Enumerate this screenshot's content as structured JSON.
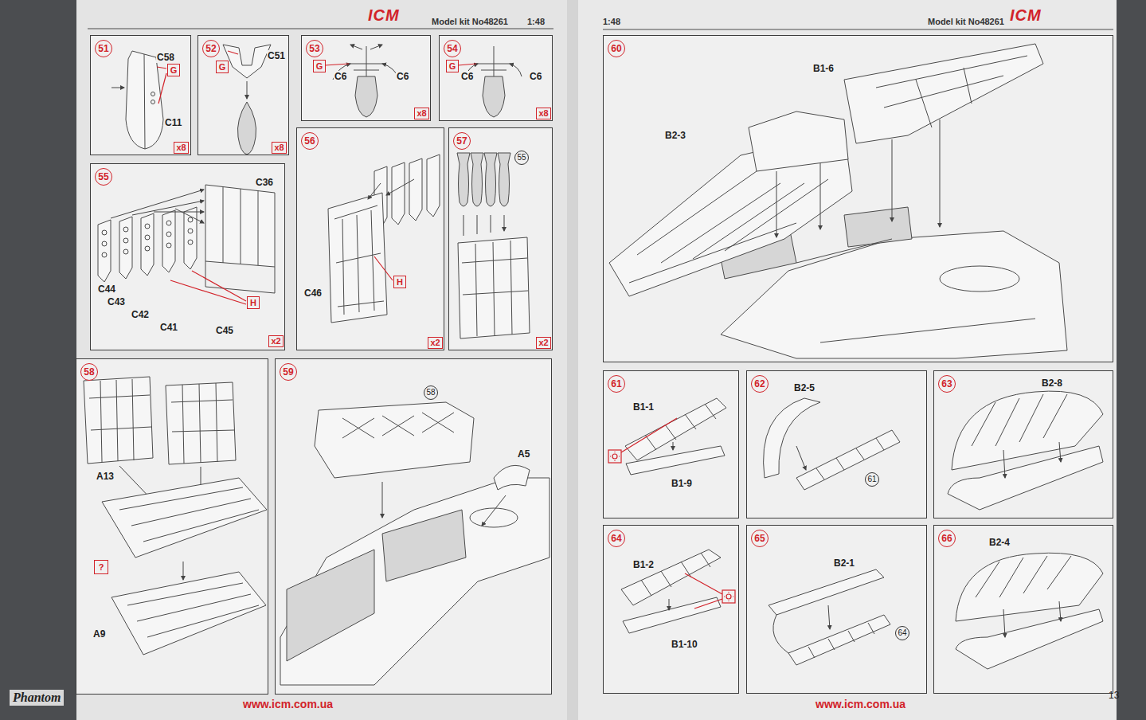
{
  "diagram": {
    "nodes": [
      {
        "text": [
          "51",
          "C58",
          "C11"
        ]
      },
      {
        "text": [
          "G"
        ],
        "in": 0
      },
      {
        "text": [
          "x8"
        ],
        "in": 0
      },
      {
        "text": [
          "52",
          "C51"
        ]
      },
      {
        "text": [
          "G"
        ],
        "in": 3
      },
      {
        "text": [
          "x8"
        ],
        "in": 3
      },
      {
        "text": [
          "53",
          "C6",
          "C6"
        ]
      },
      {
        "text": [
          "G"
        ],
        "in": 6
      },
      {
        "text": [
          "x8"
        ],
        "in": 6
      },
      {
        "text": [
          "54",
          "C6",
          "C6"
        ]
      },
      {
        "text": [
          "G"
        ],
        "in": 9
      },
      {
        "text": [
          "x8"
        ],
        "in": 9
      },
      {
        "text": [
          "55",
          "C36",
          "C44",
          "C43",
          "C42",
          "C41",
          "C45"
        ]
      },
      {
        "text": [
          "H"
        ],
        "in": 12
      },
      {
        "text": [
          "x2"
        ],
        "in": 12
      },
      {
        "text": [
          "56",
          "C46"
        ]
      },
      {
        "text": [
          "H"
        ],
        "in": 15
      },
      {
        "text": [
          "x2"
        ],
        "in": 15
      },
      {
        "text": [
          "57"
        ]
      },
      {
        "text": [
          "55"
        ],
        "in": 18
      },
      {
        "text": [
          "x2"
        ],
        "in": 18
      },
      {
        "text": [
          "58",
          "A13",
          "A9"
        ]
      },
      {
        "text": [
          "?"
        ],
        "in": 21
      },
      {
        "text": [
          "59",
          "A5"
        ]
      },
      {
        "text": [
          "58"
        ],
        "in": 23
      },
      {
        "text": [
          "60",
          "B1-6",
          "B2-3"
        ]
      },
      {
        "text": [
          "61",
          "B1-1",
          "B1-9"
        ]
      },
      {
        "text": [
          "62",
          "B2-5"
        ]
      },
      {
        "text": [
          "61"
        ],
        "in": 27
      },
      {
        "text": [
          "63",
          "B2-8"
        ]
      },
      {
        "text": [
          "64",
          "B1-2",
          "B1-10"
        ]
      },
      {
        "text": [
          "65",
          "B2-1"
        ]
      },
      {
        "text": [
          "64"
        ],
        "in": 31
      },
      {
        "text": [
          "66",
          "B2-4"
        ]
      }
    ],
    "labels": [
      "ICM",
      "Model kit No48261",
      "1:48",
      "1:48",
      "Model kit No48261",
      "ICM",
      "www.icm.com.ua",
      "www.icm.com.ua",
      "13",
      "Phantom"
    ]
  }
}
